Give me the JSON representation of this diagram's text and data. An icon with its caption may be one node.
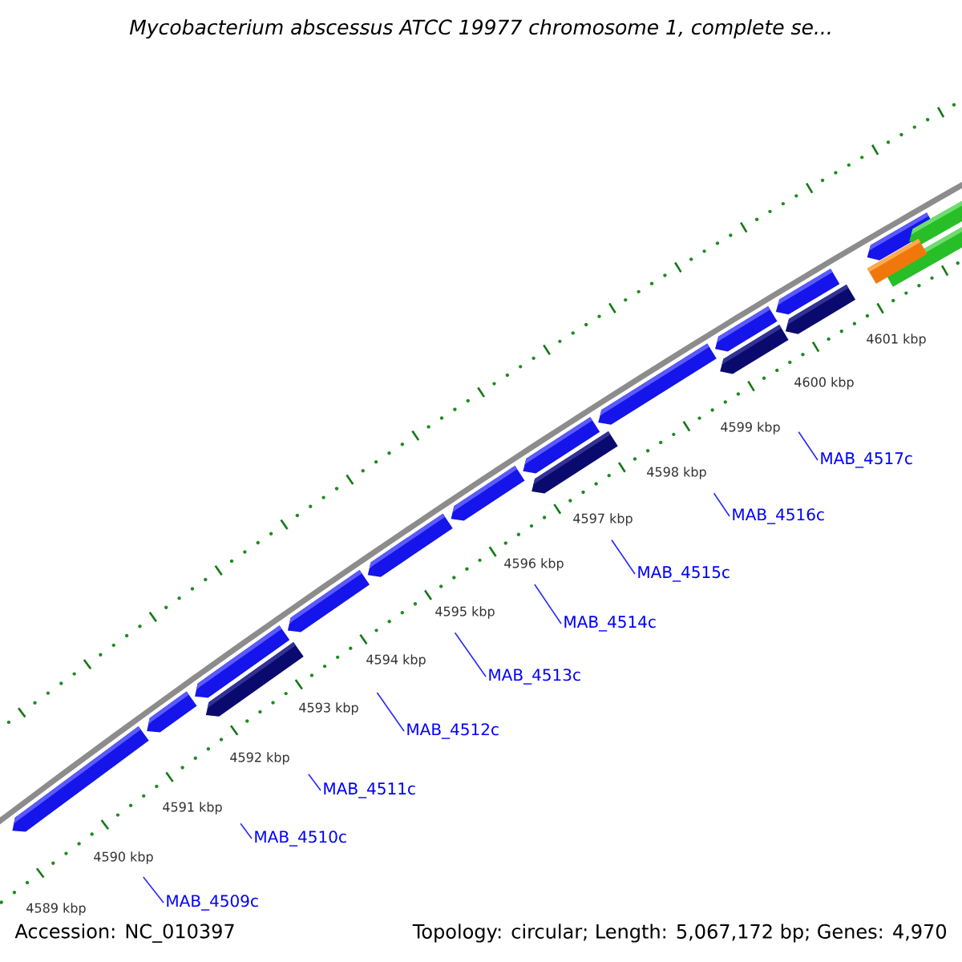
{
  "diagram": {
    "title": "Mycobacterium abscessus ATCC 19977 chromosome 1, complete se...",
    "nodes": [
      {
        "text": [
          "MAB_4509c"
        ]
      },
      {
        "text": [
          "MAB_4510c"
        ]
      },
      {
        "text": [
          "MAB_4511c"
        ]
      },
      {
        "text": [
          "MAB_4512c"
        ]
      },
      {
        "text": [
          "MAB_4513c"
        ]
      },
      {
        "text": [
          "MAB_4514c"
        ]
      },
      {
        "text": [
          "MAB_4515c"
        ]
      },
      {
        "text": [
          "MAB_4516c"
        ]
      },
      {
        "text": [
          "MAB_4517c"
        ]
      }
    ],
    "edges": [
      {
        "from": 0,
        "to": null,
        "arrow": "none"
      },
      {
        "from": 1,
        "to": null,
        "arrow": "none"
      },
      {
        "from": 2,
        "to": null,
        "arrow": "none"
      },
      {
        "from": 3,
        "to": null,
        "arrow": "none"
      },
      {
        "from": 4,
        "to": null,
        "arrow": "none"
      },
      {
        "from": 5,
        "to": null,
        "arrow": "none"
      },
      {
        "from": 6,
        "to": null,
        "arrow": "none"
      },
      {
        "from": 7,
        "to": null,
        "arrow": "none"
      },
      {
        "from": 8,
        "to": null,
        "arrow": "none"
      }
    ],
    "labels": [
      "4589 kbp",
      "4590 kbp",
      "4591 kbp",
      "4592 kbp",
      "4593 kbp",
      "4594 kbp",
      "4595 kbp",
      "4596 kbp",
      "4597 kbp",
      "4598 kbp",
      "4599 kbp",
      "4600 kbp",
      "4601 kbp",
      "Accession: NC_010397",
      "Topology: circular; Length: 5,067,172 bp; Genes: 4,970"
    ]
  }
}
